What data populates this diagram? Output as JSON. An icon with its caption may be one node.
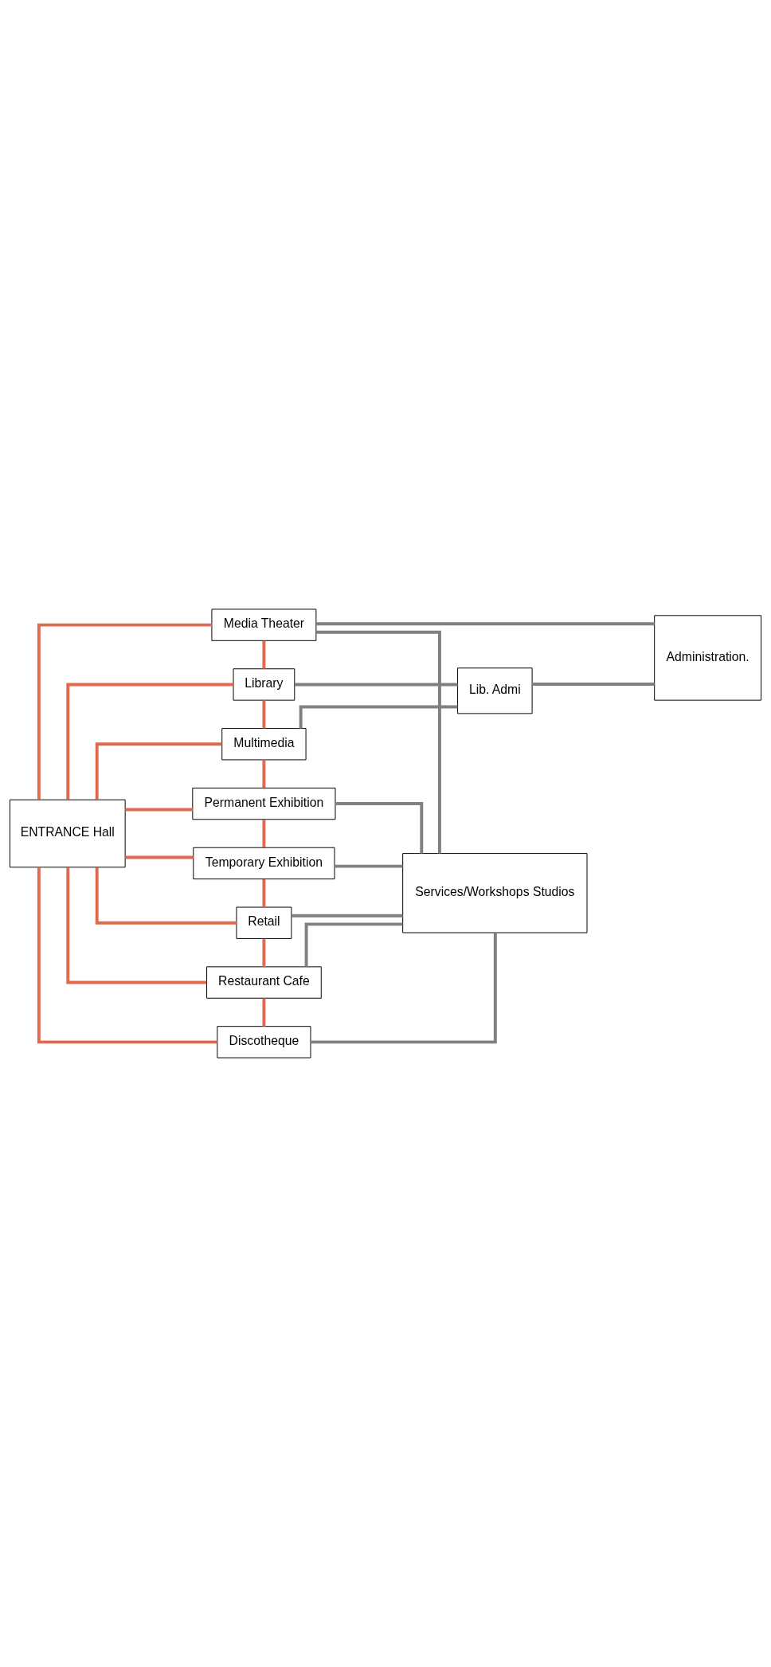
{
  "diagram": {
    "nodes": [
      {
        "text": [
          "ENTRANCE Hall"
        ]
      },
      {
        "text": [
          "Media Theater"
        ]
      },
      {
        "text": [
          "Library"
        ]
      },
      {
        "text": [
          "Multimedia"
        ]
      },
      {
        "text": [
          "Permanent Exhibition"
        ]
      },
      {
        "text": [
          "Temporary Exhibition"
        ]
      },
      {
        "text": [
          "Retail"
        ]
      },
      {
        "text": [
          "Restaurant Cafe"
        ]
      },
      {
        "text": [
          "Discotheque"
        ]
      },
      {
        "text": [
          "Lib. Admi"
        ]
      },
      {
        "text": [
          "Services/Workshops Studios"
        ]
      },
      {
        "text": [
          "Administration."
        ]
      }
    ],
    "edges": [
      {
        "from": 0,
        "to": 1,
        "arrow": "none"
      },
      {
        "from": 0,
        "to": 2,
        "arrow": "none"
      },
      {
        "from": 0,
        "to": 3,
        "arrow": "none"
      },
      {
        "from": 0,
        "to": 4,
        "arrow": "none"
      },
      {
        "from": 0,
        "to": 5,
        "arrow": "none"
      },
      {
        "from": 0,
        "to": 6,
        "arrow": "none"
      },
      {
        "from": 0,
        "to": 7,
        "arrow": "none"
      },
      {
        "from": 0,
        "to": 8,
        "arrow": "none"
      },
      {
        "from": 1,
        "to": 2,
        "arrow": "none"
      },
      {
        "from": 2,
        "to": 3,
        "arrow": "none"
      },
      {
        "from": 3,
        "to": 4,
        "arrow": "none"
      },
      {
        "from": 4,
        "to": 5,
        "arrow": "none"
      },
      {
        "from": 5,
        "to": 6,
        "arrow": "none"
      },
      {
        "from": 6,
        "to": 7,
        "arrow": "none"
      },
      {
        "from": 7,
        "to": 8,
        "arrow": "none"
      },
      {
        "from": 2,
        "to": 9,
        "arrow": "none",
        "color": "#808080"
      },
      {
        "from": 3,
        "to": 9,
        "arrow": "none",
        "color": "#808080"
      },
      {
        "from": 9,
        "to": 11,
        "arrow": "none",
        "color": "#808080"
      },
      {
        "from": 1,
        "to": 11,
        "arrow": "none",
        "color": "#808080"
      },
      {
        "from": 1,
        "to": 10,
        "arrow": "none",
        "color": "#808080"
      },
      {
        "from": 4,
        "to": 10,
        "arrow": "none",
        "color": "#808080"
      },
      {
        "from": 5,
        "to": 10,
        "arrow": "none",
        "color": "#808080"
      },
      {
        "from": 6,
        "to": 10,
        "arrow": "none",
        "color": "#808080"
      },
      {
        "from": 7,
        "to": 10,
        "arrow": "none",
        "color": "#808080"
      },
      {
        "from": 8,
        "to": 10,
        "arrow": "none",
        "color": "#808080"
      }
    ]
  }
}
